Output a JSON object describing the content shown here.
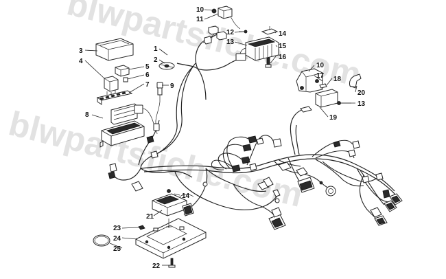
{
  "watermark": {
    "text_upper": "blwpartsfiche.com",
    "text_lower": "blwpartsfiche.com",
    "color": "#e2e2e2"
  },
  "callouts": [
    "1",
    "2",
    "3",
    "4",
    "5",
    "6",
    "7",
    "8",
    "9",
    "10",
    "11",
    "12",
    "13",
    "14",
    "15",
    "16",
    "10",
    "17",
    "18",
    "20",
    "13",
    "19",
    "14",
    "21",
    "23",
    "24",
    "25",
    "22"
  ],
  "colors": {
    "line": "#222222",
    "background": "#ffffff"
  }
}
